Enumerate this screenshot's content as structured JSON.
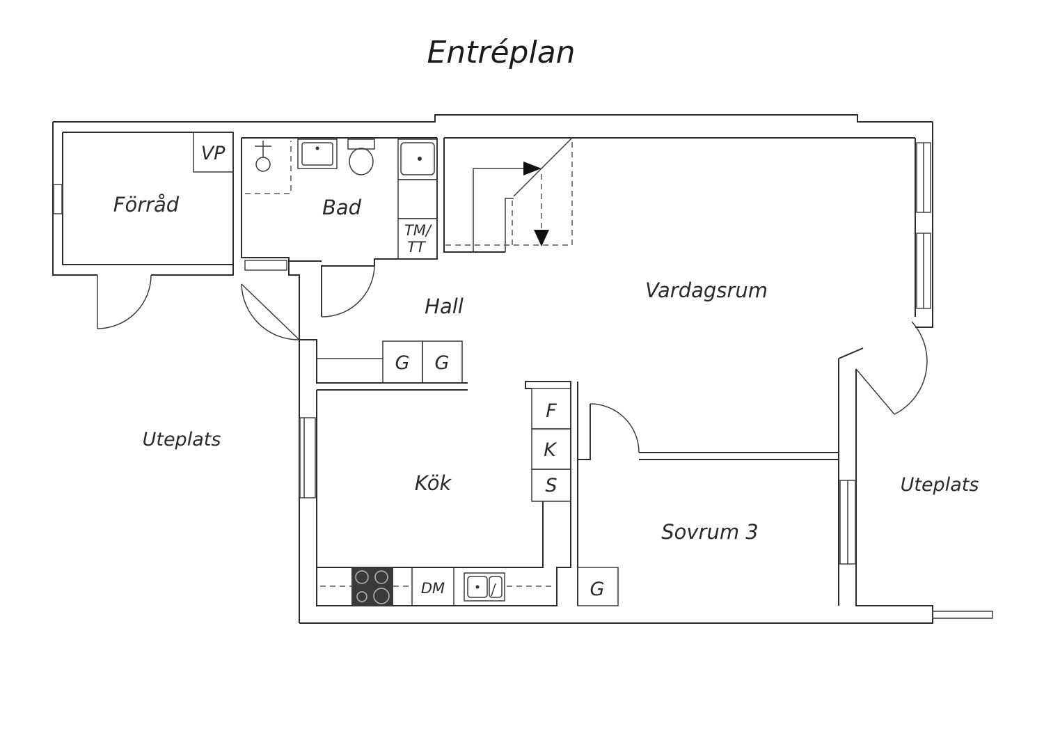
{
  "title": "Entréplan",
  "rooms": {
    "forrad": "Förråd",
    "bad": "Bad",
    "hall": "Hall",
    "vardagsrum": "Vardagsrum",
    "kok": "Kök",
    "sovrum": "Sovrum 3",
    "uteplats_left": "Uteplats",
    "uteplats_right": "Uteplats"
  },
  "fixtures": {
    "vp": "VP",
    "tm_line1": "TM/",
    "tm_line2": "TT",
    "g1": "G",
    "g2": "G",
    "f": "F",
    "k": "K",
    "s": "S",
    "dm": "DM",
    "g_sovrum": "G"
  },
  "colors": {
    "wall": "#2b2b2b",
    "text": "#2a2a2a",
    "stove": "#3a3a3a"
  }
}
